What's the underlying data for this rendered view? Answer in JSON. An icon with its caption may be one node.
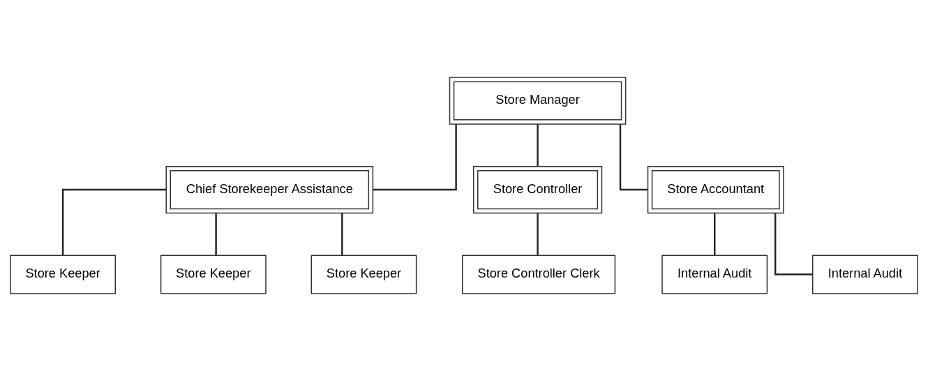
{
  "diagram": {
    "nodes": [
      {
        "text": [
          "Store Manager"
        ]
      },
      {
        "text": [
          "Chief Storekeeper Assistance"
        ]
      },
      {
        "text": [
          "Store Controller"
        ]
      },
      {
        "text": [
          "Store Accountant"
        ]
      },
      {
        "text": [
          "Store Controller Clerk"
        ]
      },
      {
        "text": [
          "Internal Audit"
        ]
      },
      {
        "text": [
          "Internal Audit"
        ]
      },
      {
        "text": [
          "Store Keeper"
        ]
      },
      {
        "text": [
          "Store Keeper"
        ]
      },
      {
        "text": [
          "Store Keeper"
        ]
      }
    ],
    "edges": [
      {
        "from": 0,
        "to": 1,
        "arrow": "none"
      },
      {
        "from": 0,
        "to": 2,
        "arrow": "none"
      },
      {
        "from": 0,
        "to": 3,
        "arrow": "none"
      },
      {
        "from": 2,
        "to": 4,
        "arrow": "none"
      },
      {
        "from": 3,
        "to": 5,
        "arrow": "none"
      },
      {
        "from": 3,
        "to": 6,
        "arrow": "none"
      },
      {
        "from": 1,
        "to": 7,
        "arrow": "none"
      },
      {
        "from": 1,
        "to": 8,
        "arrow": "none"
      },
      {
        "from": 1,
        "to": 9,
        "arrow": "none"
      }
    ]
  }
}
